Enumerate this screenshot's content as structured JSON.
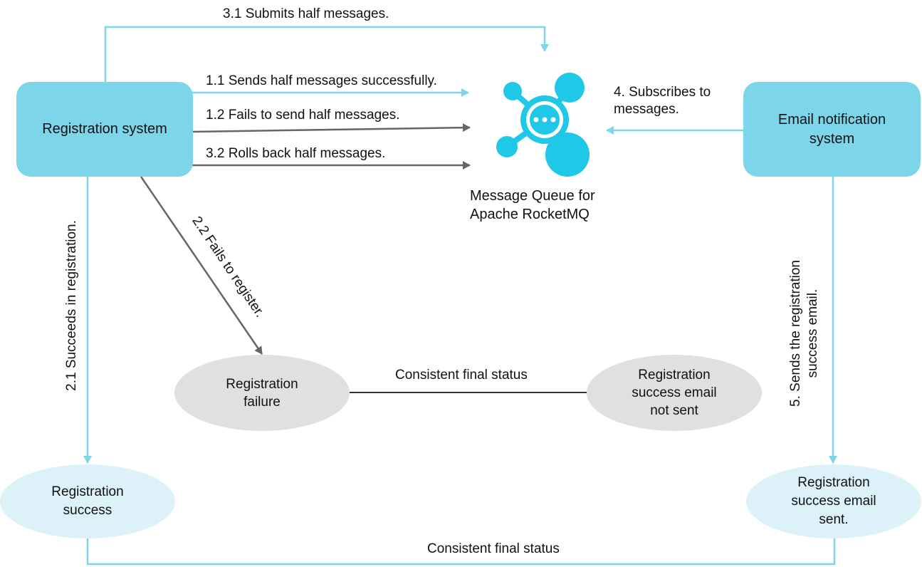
{
  "nodes": {
    "registration_system": "Registration system",
    "email_system": "Email notification\nsystem",
    "mq_label": "Message Queue for\nApache RocketMQ",
    "registration_success": "Registration\nsuccess",
    "registration_failure": "Registration\nfailure",
    "email_not_sent": "Registration\nsuccess email\nnot sent",
    "email_sent": "Registration\nsuccess email\nsent."
  },
  "edges": {
    "submit_half": "3.1 Submits half messages.",
    "send_success": "1.1 Sends half messages successfully.",
    "send_fail": "1.2 Fails to send half messages.",
    "rollback": "3.2 Rolls back half messages.",
    "subscribe": "4. Subscribes to\nmessages.",
    "reg_succeeds": "2.1 Succeeds in registration.",
    "reg_fails": "2.2 Fails to register.",
    "send_email": "5. Sends the registration\nsuccess email.",
    "consistent_mid": "Consistent final status",
    "consistent_bottom": "Consistent final status"
  },
  "colors": {
    "blue_line": "#7dd5ea",
    "gray_line": "#666666",
    "mq_icon": "#1ec8e6",
    "system_box": "#7dd5ea",
    "success_ellipse": "#ddf1f8",
    "failure_ellipse": "#e0e0e0"
  },
  "icons": {
    "mq": "network-hub-icon"
  }
}
